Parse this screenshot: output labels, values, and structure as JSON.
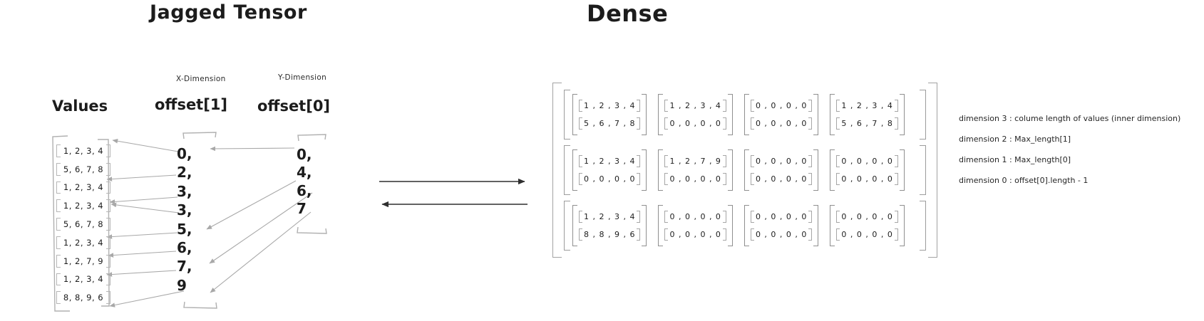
{
  "jagged": {
    "title": "Jagged Tensor",
    "values": {
      "label": "Values",
      "rows": [
        "1, 2, 3, 4",
        "5, 6, 7, 8",
        "1, 2, 3, 4",
        "1, 2, 3, 4",
        "5, 6, 7, 8",
        "1, 2, 3, 4",
        "1, 2, 7, 9",
        "1, 2, 3, 4",
        "8, 8, 9, 6"
      ]
    },
    "offset1": {
      "axis_label": "X-Dimension",
      "label": "offset[1]",
      "items": [
        "0,",
        "2,",
        "3,",
        "3,",
        "5,",
        "6,",
        "7,",
        "9"
      ]
    },
    "offset0": {
      "axis_label": "Y-Dimension",
      "label": "offset[0]",
      "items": [
        "0,",
        "4,",
        "6,",
        "7"
      ]
    }
  },
  "dense": {
    "title": "Dense",
    "grid": [
      [
        [
          "1 , 2 , 3 , 4",
          "5 , 6 , 7 , 8"
        ],
        [
          "1 , 2 , 3 , 4",
          "0 , 0 , 0 , 0"
        ],
        [
          "0 , 0 , 0 , 0",
          "0 , 0 , 0 , 0"
        ],
        [
          "1 , 2 , 3 , 4",
          "5 , 6 , 7 , 8"
        ]
      ],
      [
        [
          "1 , 2 , 3 , 4",
          "0 , 0 , 0 , 0"
        ],
        [
          "1 , 2 , 7 , 9",
          "0 , 0 , 0 , 0"
        ],
        [
          "0 , 0 , 0 , 0",
          "0 , 0 , 0 , 0"
        ],
        [
          "0 , 0 , 0 , 0",
          "0 , 0 , 0 , 0"
        ]
      ],
      [
        [
          "1 , 2 , 3 , 4",
          "8 , 8 , 9 , 6"
        ],
        [
          "0 , 0 , 0 , 0",
          "0 , 0 , 0 , 0"
        ],
        [
          "0 , 0 , 0 , 0",
          "0 , 0 , 0 , 0"
        ],
        [
          "0 , 0 , 0 , 0",
          "0 , 0 , 0 , 0"
        ]
      ]
    ]
  },
  "legend": {
    "lines": [
      "dimension 3 : colume length of values (inner dimension)",
      "dimension 2 : Max_length[1]",
      "dimension 1  : Max_length[0]",
      "dimension 0 : offset[0].length - 1"
    ]
  },
  "colors": {
    "ink": "#1c1c1c",
    "jagged_bracket": "#b0b0b0",
    "dense_bracket": "#9a9a9a",
    "arrow_gray": "#a8a8a8",
    "arrow_dark": "#2f2f2f"
  }
}
